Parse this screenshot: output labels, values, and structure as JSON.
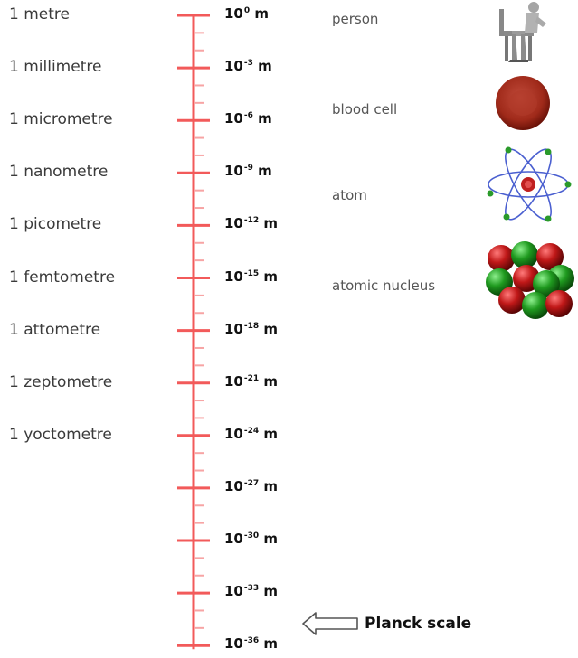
{
  "units": [
    "1 metre",
    "1 millimetre",
    "1 micrometre",
    "1 nanometre",
    "1 picometre",
    "1 femtometre",
    "1 attometre",
    "1 zeptometre",
    "1 yoctometre"
  ],
  "powers": [
    {
      "base": "10",
      "exp": "0",
      "unit": "m"
    },
    {
      "base": "10",
      "exp": "-3",
      "unit": "m"
    },
    {
      "base": "10",
      "exp": "-6",
      "unit": "m"
    },
    {
      "base": "10",
      "exp": "-9",
      "unit": "m"
    },
    {
      "base": "10",
      "exp": "-12",
      "unit": "m"
    },
    {
      "base": "10",
      "exp": "-15",
      "unit": "m"
    },
    {
      "base": "10",
      "exp": "-18",
      "unit": "m"
    },
    {
      "base": "10",
      "exp": "-21",
      "unit": "m"
    },
    {
      "base": "10",
      "exp": "-24",
      "unit": "m"
    },
    {
      "base": "10",
      "exp": "-27",
      "unit": "m"
    },
    {
      "base": "10",
      "exp": "-30",
      "unit": "m"
    },
    {
      "base": "10",
      "exp": "-33",
      "unit": "m"
    },
    {
      "base": "10",
      "exp": "-36",
      "unit": "m"
    }
  ],
  "objects": [
    {
      "label": "person",
      "icon": "person-sitting-icon"
    },
    {
      "label": "blood cell",
      "icon": "blood-cell-icon"
    },
    {
      "label": "atom",
      "icon": "atom-icon"
    },
    {
      "label": "atomic nucleus",
      "icon": "atomic-nucleus-icon"
    }
  ],
  "planck": {
    "label": "Planck scale",
    "icon": "arrow-left-icon"
  },
  "colors": {
    "scale": "#f25a5a",
    "scale_minor": "#f7a4a4",
    "cell": "#a8301e",
    "proton": "#c01818",
    "neutron": "#1f9a1f",
    "atom_orbit": "#4a5fd0"
  }
}
